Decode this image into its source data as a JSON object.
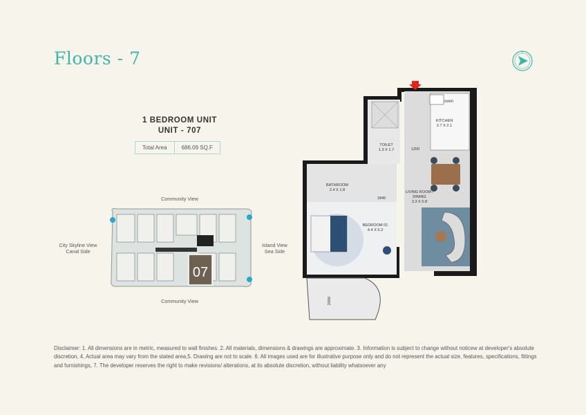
{
  "header": {
    "title": "Floors - 7",
    "compass_icon": "compass-north-icon",
    "accent": "#3fb7a8"
  },
  "unit": {
    "type": "1 BEDROOM UNIT",
    "number": "UNIT - 707",
    "area_label": "Total Area",
    "area_value": "686.09 SQ.F"
  },
  "key_plan": {
    "top_view": "Community View",
    "bottom_view": "Community View",
    "left_view_line1": "City Skyline View",
    "left_view_line2": "Canal Side",
    "right_view_line1": "Island View",
    "right_view_line2": "Sea Side",
    "unit_marker": "07"
  },
  "floor_plan": {
    "entrance_icon": "entrance-arrow-icon",
    "rooms": [
      {
        "name": "KITCHEN",
        "size": "2.7 X 2.1"
      },
      {
        "name": "TOILET",
        "size": "1.3 X 1.7"
      },
      {
        "name": "BATHROOM",
        "size": "2.4 X 1.8"
      },
      {
        "name": "LIVING ROOM /",
        "name2": "DINING",
        "size": "3.3 X 5.8"
      },
      {
        "name": "BEDROOM 01",
        "size": "4.4 X 5.2"
      }
    ],
    "appliance_label": "oven",
    "dimensions": [
      "1200",
      "1845",
      "2000"
    ]
  },
  "disclaimer": "Disclaimer: 1. All dimensions are in metric, measured to wall finishes. 2. All materials, dimensions & drawings are approximate. 3. Information is subject to change without noticew at developer's absolute discretion, 4, Actual area may vary from the stated area,5. Drawing are not to scale. 6. All images used are for illustrative purpose only and do not represent the actual size, features, specifications, fittings and furnishings, 7. The developer reserves the right to make revisions/ alterations, at its absolute discretion, without liability whatsoever any"
}
